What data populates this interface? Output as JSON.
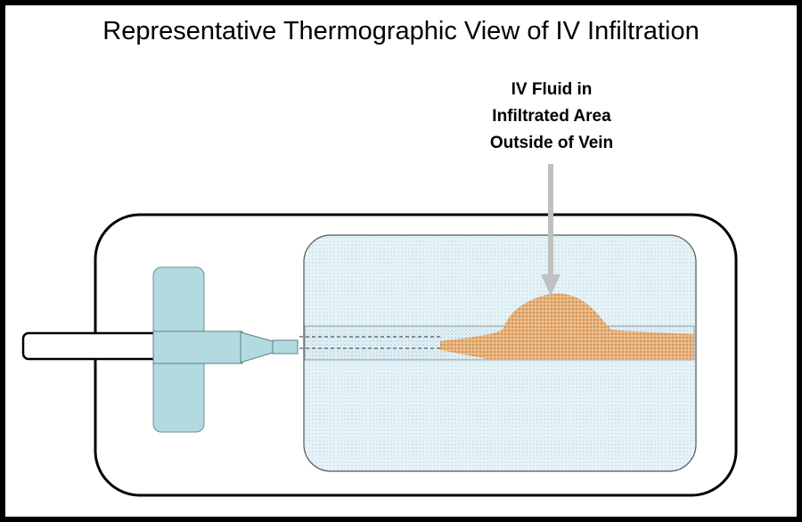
{
  "title": "Representative Thermographic View of IV Infiltration",
  "callout": {
    "lines": [
      "IV Fluid in",
      "Infiltrated Area",
      "Outside of Vein"
    ]
  },
  "colors": {
    "background_border": "#000000",
    "skin_area_fill": "#e4f3f6",
    "vein_fill": "#d6ebf1",
    "catheter_hub": "#b1dbe0",
    "infiltrated_fluid": "#e3a86e",
    "arrow": "#c0c0c0"
  },
  "icons": [
    "arrow-down-icon"
  ]
}
